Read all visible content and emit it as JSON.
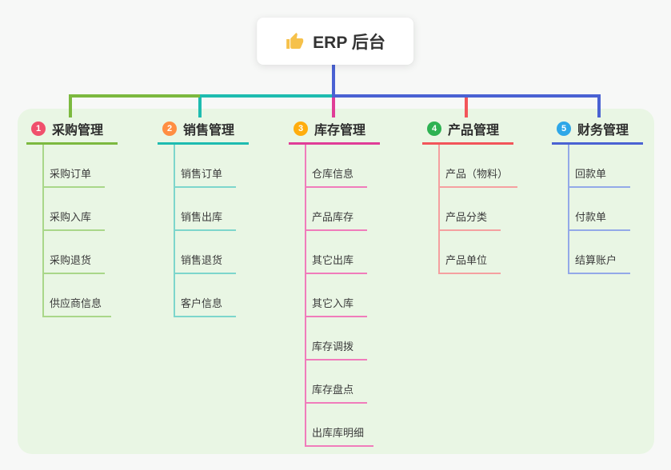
{
  "canvas": {
    "page_bg": "#f7f8f7",
    "panel_bg": "#e9f6e4"
  },
  "root": {
    "label": "ERP 后台",
    "icon": "thumbs-up-icon",
    "icon_color": "#f6c14a",
    "line_color": "#4a62d3"
  },
  "connector": {
    "left_segment_color": "#7cb93f",
    "mid_segment_color": "#1ebcb0",
    "right_segment_color": "#4a62d3"
  },
  "branches": [
    {
      "number": "1",
      "label": "采购管理",
      "badge_color": "#f0506c",
      "line_color": "#7cb93f",
      "light_color": "#a9d789",
      "children": [
        "采购订单",
        "采购入库",
        "采购退货",
        "供应商信息"
      ]
    },
    {
      "number": "2",
      "label": "销售管理",
      "badge_color": "#ff8e42",
      "line_color": "#1ebcb0",
      "light_color": "#7dd6cc",
      "children": [
        "销售订单",
        "销售出库",
        "销售退货",
        "客户信息"
      ]
    },
    {
      "number": "3",
      "label": "库存管理",
      "badge_color": "#ffad0d",
      "line_color": "#e03d97",
      "light_color": "#f07cbb",
      "children": [
        "仓库信息",
        "产品库存",
        "其它出库",
        "其它入库",
        "库存调拨",
        "库存盘点",
        "出库库明细"
      ]
    },
    {
      "number": "4",
      "label": "产品管理",
      "badge_color": "#2eb252",
      "line_color": "#f2555a",
      "light_color": "#f5a0a0",
      "children": [
        "产品（物料）",
        "产品分类",
        "产品单位"
      ]
    },
    {
      "number": "5",
      "label": "财务管理",
      "badge_color": "#2ea7e8",
      "line_color": "#4a62d3",
      "light_color": "#93a9e8",
      "children": [
        "回款单",
        "付款单",
        "结算账户"
      ]
    }
  ]
}
